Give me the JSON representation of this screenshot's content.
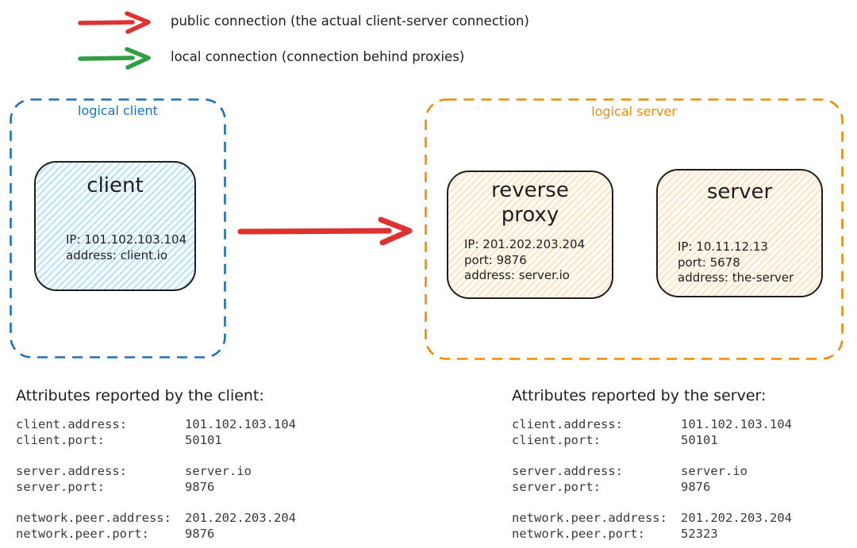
{
  "palette": {
    "public_red": "#e03131",
    "local_green": "#2f9e44",
    "client_blue": "#1971c2",
    "server_orange": "#f08c00",
    "client_fill": "#a5d8ff",
    "server_fill": "#ffd8a8",
    "ink": "#1e1e1e"
  },
  "legend": {
    "public": {
      "label": "public connection (the actual client-server connection)",
      "color": "#e03131"
    },
    "local": {
      "label": "local connection (connection behind proxies)",
      "color": "#2f9e44"
    }
  },
  "connection_arrow": {
    "type": "public",
    "color": "#e03131"
  },
  "logical_client": {
    "label": "logical client",
    "color": "#1971c2",
    "client_node": {
      "title": "client",
      "lines": [
        "IP: 101.102.103.104",
        "address: client.io"
      ]
    }
  },
  "logical_server": {
    "label": "logical server",
    "color": "#f08c00",
    "reverse_proxy_node": {
      "title_lines": [
        "reverse",
        "proxy"
      ],
      "lines": [
        "IP: 201.202.203.204",
        "port: 9876",
        "address: server.io"
      ]
    },
    "server_node": {
      "title": "server",
      "lines": [
        "IP: 10.11.12.13",
        "port: 5678",
        "address: the-server"
      ]
    }
  },
  "client_attributes": {
    "title": "Attributes reported by the client:",
    "groups": [
      [
        {
          "key": "client.address:",
          "value": "101.102.103.104"
        },
        {
          "key": "client.port:",
          "value": "50101"
        }
      ],
      [
        {
          "key": "server.address:",
          "value": "server.io"
        },
        {
          "key": "server.port:",
          "value": "9876"
        }
      ],
      [
        {
          "key": "network.peer.address:",
          "value": "201.202.203.204"
        },
        {
          "key": "network.peer.port:",
          "value": "9876"
        }
      ]
    ]
  },
  "server_attributes": {
    "title": "Attributes reported by the server:",
    "groups": [
      [
        {
          "key": "client.address:",
          "value": "101.102.103.104"
        },
        {
          "key": "client.port:",
          "value": "50101"
        }
      ],
      [
        {
          "key": "server.address:",
          "value": "server.io"
        },
        {
          "key": "server.port:",
          "value": "9876"
        }
      ],
      [
        {
          "key": "network.peer.address:",
          "value": "201.202.203.204"
        },
        {
          "key": "network.peer.port:",
          "value": "52323"
        }
      ]
    ]
  }
}
